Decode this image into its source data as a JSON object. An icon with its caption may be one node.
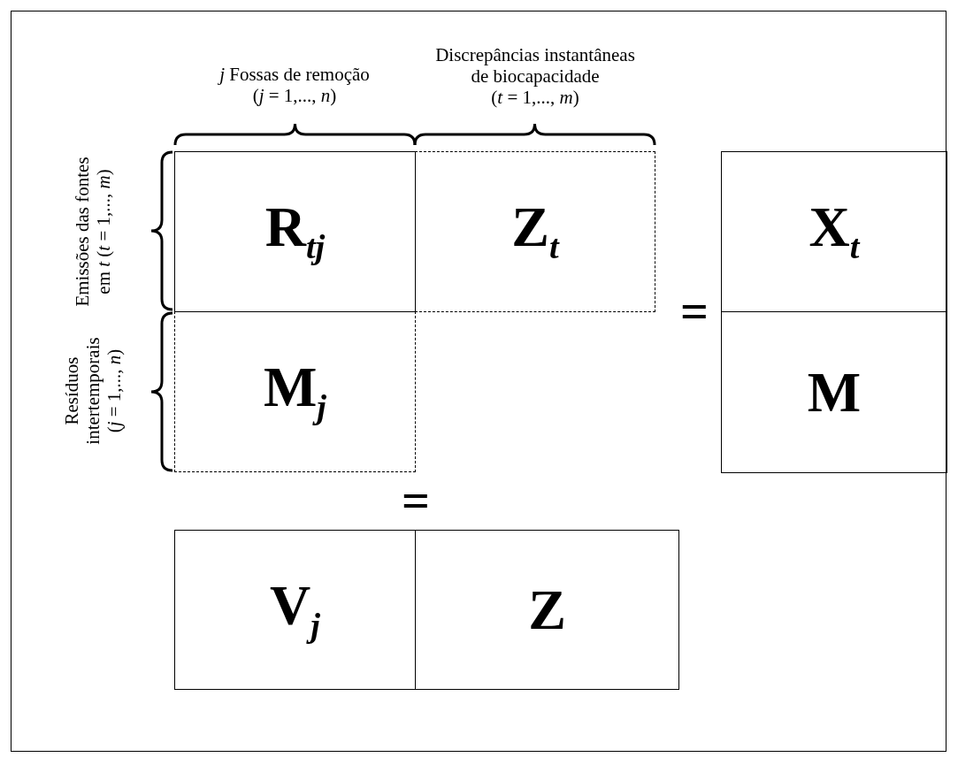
{
  "diagram": {
    "nodes": [
      {
        "text": [
          "R$_{tj}$"
        ]
      },
      {
        "text": [
          "Z$_{t}$"
        ]
      },
      {
        "text": [
          "X$_{t}$"
        ]
      },
      {
        "text": [
          "M$_{j}$"
        ]
      },
      {
        "text": [
          "M"
        ]
      },
      {
        "text": [
          "V$_{j}$"
        ]
      },
      {
        "text": [
          "Z"
        ]
      }
    ],
    "edges": [],
    "labels": [
      "*j* Fossas de remoção (*j* = 1,..., *n*)",
      "Discrepâncias instantâneas de biocapacidade (*t* = 1,..., *m*)",
      "Emissões das fontes em *t* (*t* = 1,..., *m*)",
      "Resíduos intertemporais (*j* = 1,..., *n*)",
      "=",
      "="
    ]
  }
}
